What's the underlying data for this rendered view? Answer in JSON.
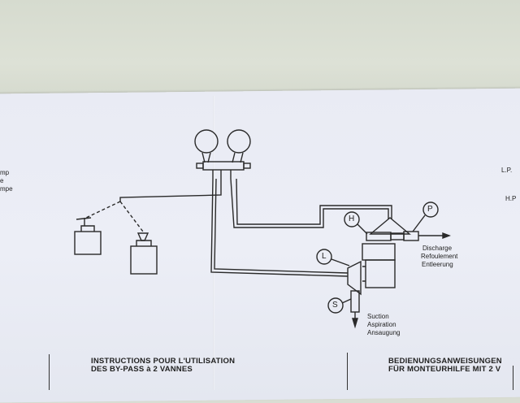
{
  "left_margin_fragments": [
    "mp",
    "e",
    "mpe"
  ],
  "right_margin_fragments": {
    "lp": "L.P.",
    "hp": "H.P"
  },
  "callouts": {
    "h": "H",
    "p": "P",
    "l": "L",
    "s": "S"
  },
  "discharge_labels": [
    "Discharge",
    "Refoulement",
    "Entleerung"
  ],
  "suction_labels": [
    "Suction",
    "Aspiration",
    "Ansaugung"
  ],
  "footer": {
    "french_title": [
      "INSTRUCTIONS POUR L'UTILISATION",
      "DES BY-PASS à 2 VANNES"
    ],
    "german_title": [
      "BEDIENUNGSANWEISUNGEN",
      "FÜR MONTEURHILFE MIT 2 V"
    ]
  },
  "colors": {
    "ink": "#2a2a2a",
    "paper": "#eceef6",
    "background": "#d9ddd3"
  }
}
